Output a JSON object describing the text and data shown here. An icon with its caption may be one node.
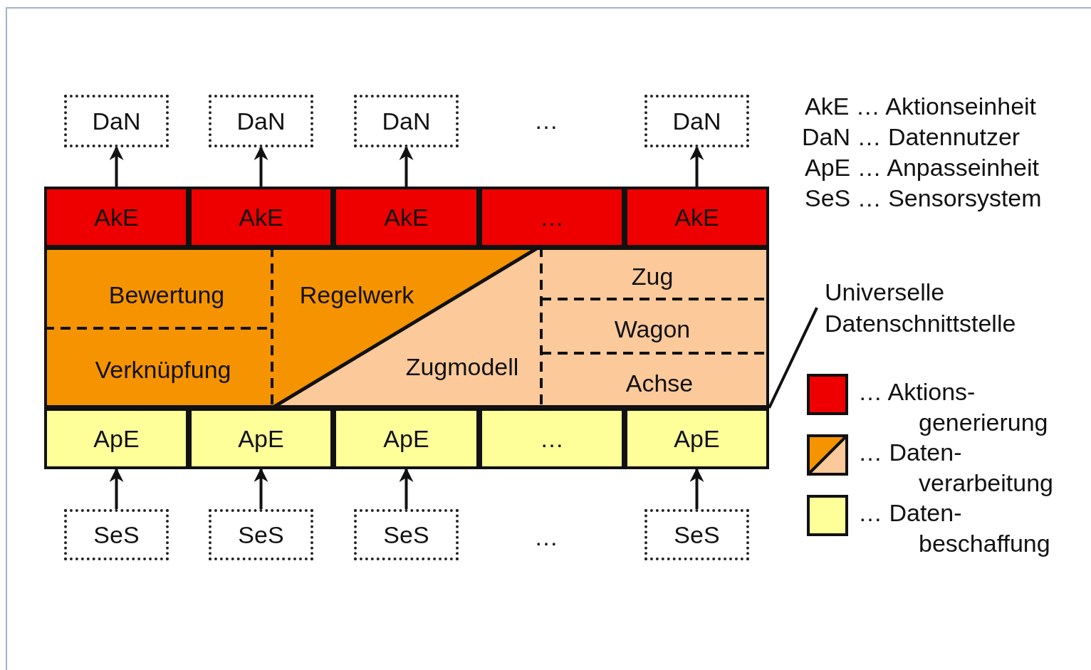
{
  "diagram": {
    "nodes": [
      {
        "text": [
          "DaN"
        ]
      },
      {
        "text": [
          "DaN"
        ]
      },
      {
        "text": [
          "DaN"
        ]
      },
      {
        "text": [
          "DaN"
        ]
      },
      {
        "text": [
          "AkE"
        ]
      },
      {
        "text": [
          "AkE"
        ]
      },
      {
        "text": [
          "AkE"
        ]
      },
      {
        "text": [
          "…"
        ]
      },
      {
        "text": [
          "AkE"
        ]
      },
      {
        "text": [],
        "shape": "box"
      },
      {
        "text": [
          "Bewertung"
        ],
        "in": 9
      },
      {
        "text": [
          "Regelwerk"
        ],
        "in": 9
      },
      {
        "text": [
          "Zug"
        ],
        "in": 9
      },
      {
        "text": [
          "Verknüpfung"
        ],
        "in": 9
      },
      {
        "text": [
          "Zugmodell"
        ],
        "in": 9
      },
      {
        "text": [
          "Wagon"
        ],
        "in": 9
      },
      {
        "text": [
          "Achse"
        ],
        "in": 9
      },
      {
        "text": [
          "ApE"
        ]
      },
      {
        "text": [
          "ApE"
        ]
      },
      {
        "text": [
          "ApE"
        ]
      },
      {
        "text": [
          "…"
        ]
      },
      {
        "text": [
          "ApE"
        ]
      },
      {
        "text": [
          "SeS"
        ]
      },
      {
        "text": [
          "SeS"
        ]
      },
      {
        "text": [
          "SeS"
        ]
      },
      {
        "text": [
          "SeS"
        ]
      },
      {
        "text": [
          "Universelle Datenschnittstelle"
        ]
      }
    ],
    "edges": [
      {
        "from": 4,
        "to": 0,
        "arrow": "to"
      },
      {
        "from": 5,
        "to": 1,
        "arrow": "to"
      },
      {
        "from": 6,
        "to": 2,
        "arrow": "to"
      },
      {
        "from": 8,
        "to": 3,
        "arrow": "to"
      },
      {
        "from": 22,
        "to": 17,
        "arrow": "to"
      },
      {
        "from": 23,
        "to": 18,
        "arrow": "to"
      },
      {
        "from": 24,
        "to": 19,
        "arrow": "to"
      },
      {
        "from": 25,
        "to": 21,
        "arrow": "to"
      },
      {
        "from": 26,
        "to": 9,
        "arrow": "none"
      }
    ],
    "labels": [
      "…",
      "AkE … Aktionseinheit",
      "DaN … Datennutzer",
      "ApE … Anpasseinheit",
      "SeS … Sensorsystem",
      "…"
    ],
    "legend": [
      {
        "text": "… Aktions- generierung",
        "color": "#ee0000"
      },
      {
        "text": "… Daten- verarbeitung"
      },
      {
        "text": "… Daten- beschaffung",
        "color": "#ffff99"
      }
    ]
  }
}
